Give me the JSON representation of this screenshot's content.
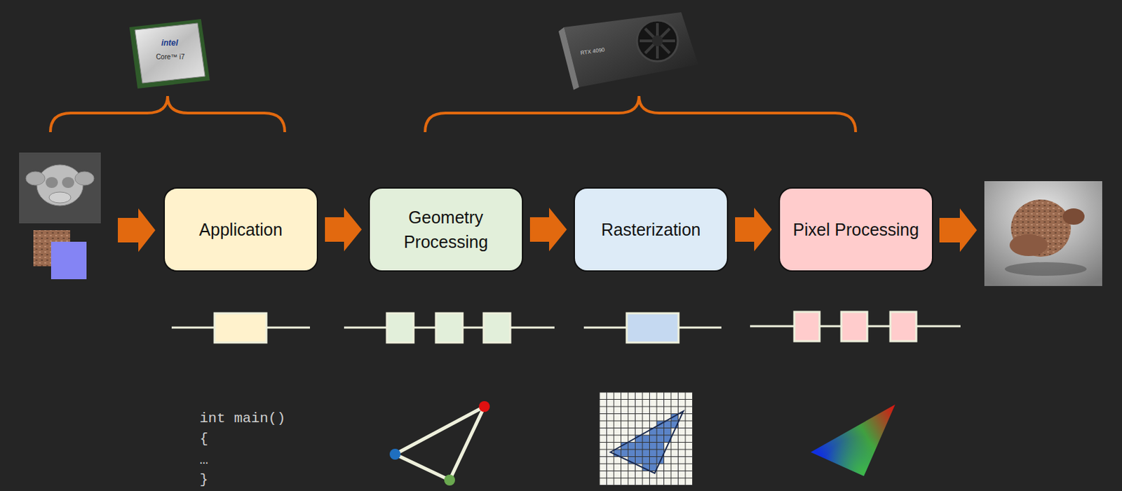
{
  "diagram": {
    "nodes": [
      {
        "text": [
          "Application"
        ]
      },
      {
        "text": [
          "Geometry Processing"
        ]
      },
      {
        "text": [
          "Rasterization"
        ]
      },
      {
        "text": [
          "Pixel Processing"
        ]
      }
    ],
    "edges": [
      {
        "from": 0,
        "to": 1,
        "arrow": "to"
      },
      {
        "from": 1,
        "to": 2,
        "arrow": "to"
      },
      {
        "from": 2,
        "to": 3,
        "arrow": "to"
      }
    ],
    "labels": [
      "intel",
      "Core™ i7",
      "RTX 4090",
      "int main()",
      "{",
      "…",
      "}"
    ]
  }
}
